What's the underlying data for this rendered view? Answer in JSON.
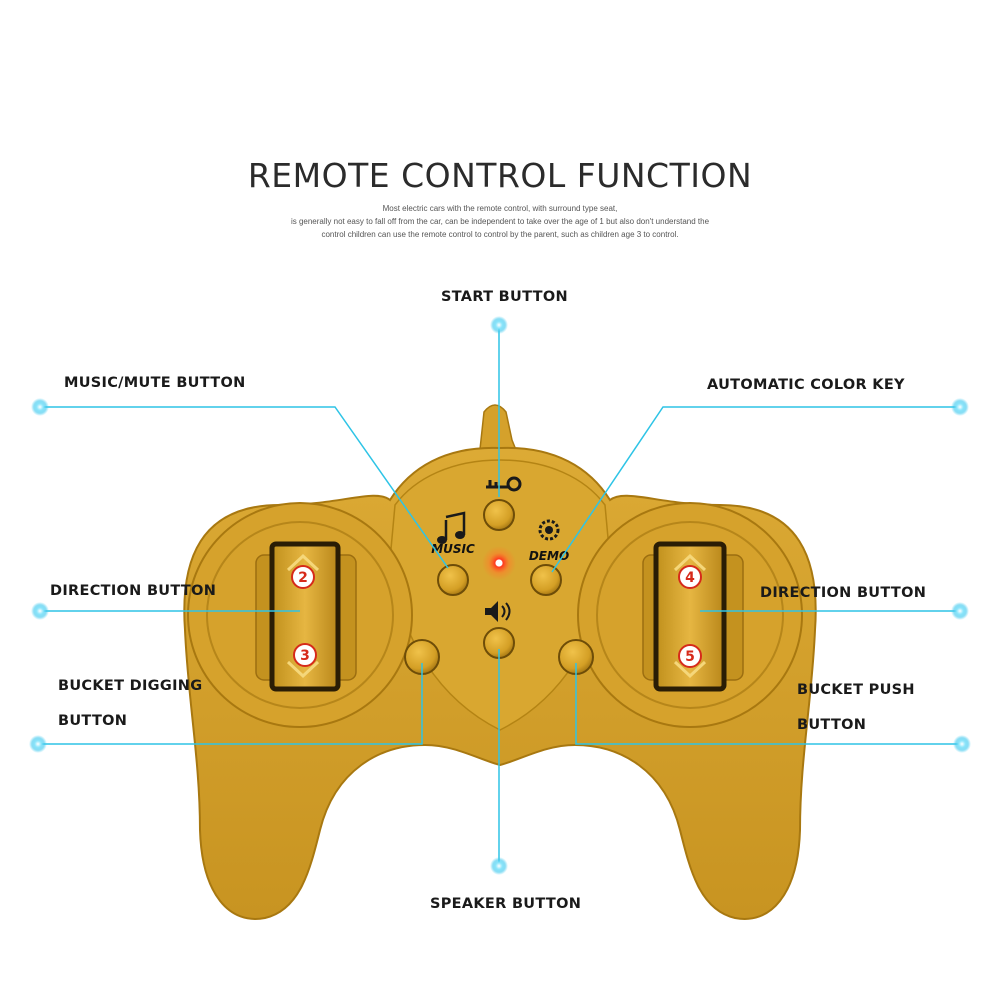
{
  "header": {
    "title": "REMOTE CONTROL FUNCTION",
    "subtitle_lines": [
      "Most electric cars with the remote control, with surround type seat,",
      "is generally not easy to fall off from the car, can be independent to take over the age of 1 but also don't understand the",
      "control children can use the remote control to control by the parent, such as children age 3 to control."
    ]
  },
  "labels": {
    "start": "START BUTTON",
    "music_mute": "MUSIC/MUTE BUTTON",
    "auto_color": "AUTOMATIC COLOR KEY",
    "direction_left": "DIRECTION BUTTON",
    "direction_right": "DIRECTION BUTTON",
    "bucket_digging": [
      "BUCKET DIGGING",
      "BUTTON"
    ],
    "bucket_push": [
      "BUCKET PUSH",
      "BUTTON"
    ],
    "speaker": "SPEAKER BUTTON"
  },
  "controller": {
    "music_text": "MUSIC",
    "demo_text": "DEMO",
    "badges": [
      "2",
      "3",
      "4",
      "5"
    ]
  },
  "colors": {
    "body": "#d4a22d",
    "body_dark": "#b88412",
    "line": "#2ec4e6",
    "dot": "#3fc9ee"
  },
  "icons": [
    "music-note-icon",
    "key-icon",
    "gear-icon",
    "speaker-icon"
  ]
}
